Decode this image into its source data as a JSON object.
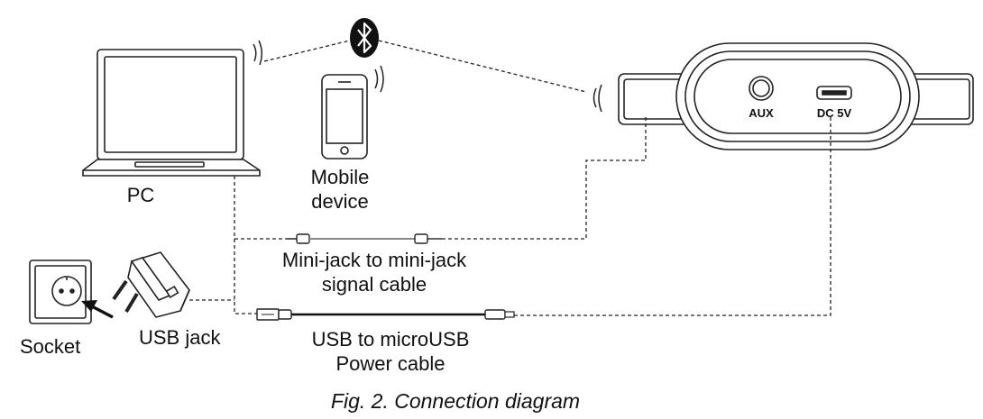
{
  "labels": {
    "pc": "PC",
    "mobile_line1": "Mobile",
    "mobile_line2": "device",
    "socket": "Socket",
    "usb_jack": "USB jack",
    "signal_cable_line1": "Mini-jack to mini-jack",
    "signal_cable_line2": "signal cable",
    "power_cable_line1": "USB to microUSB",
    "power_cable_line2": "Power cable",
    "aux_port": "AUX",
    "dc_port": "DC 5V",
    "caption": "Fig. 2. Connection diagram"
  },
  "icons": {
    "bluetooth": "bluetooth-icon",
    "wireless": "wireless-signal-icon"
  }
}
